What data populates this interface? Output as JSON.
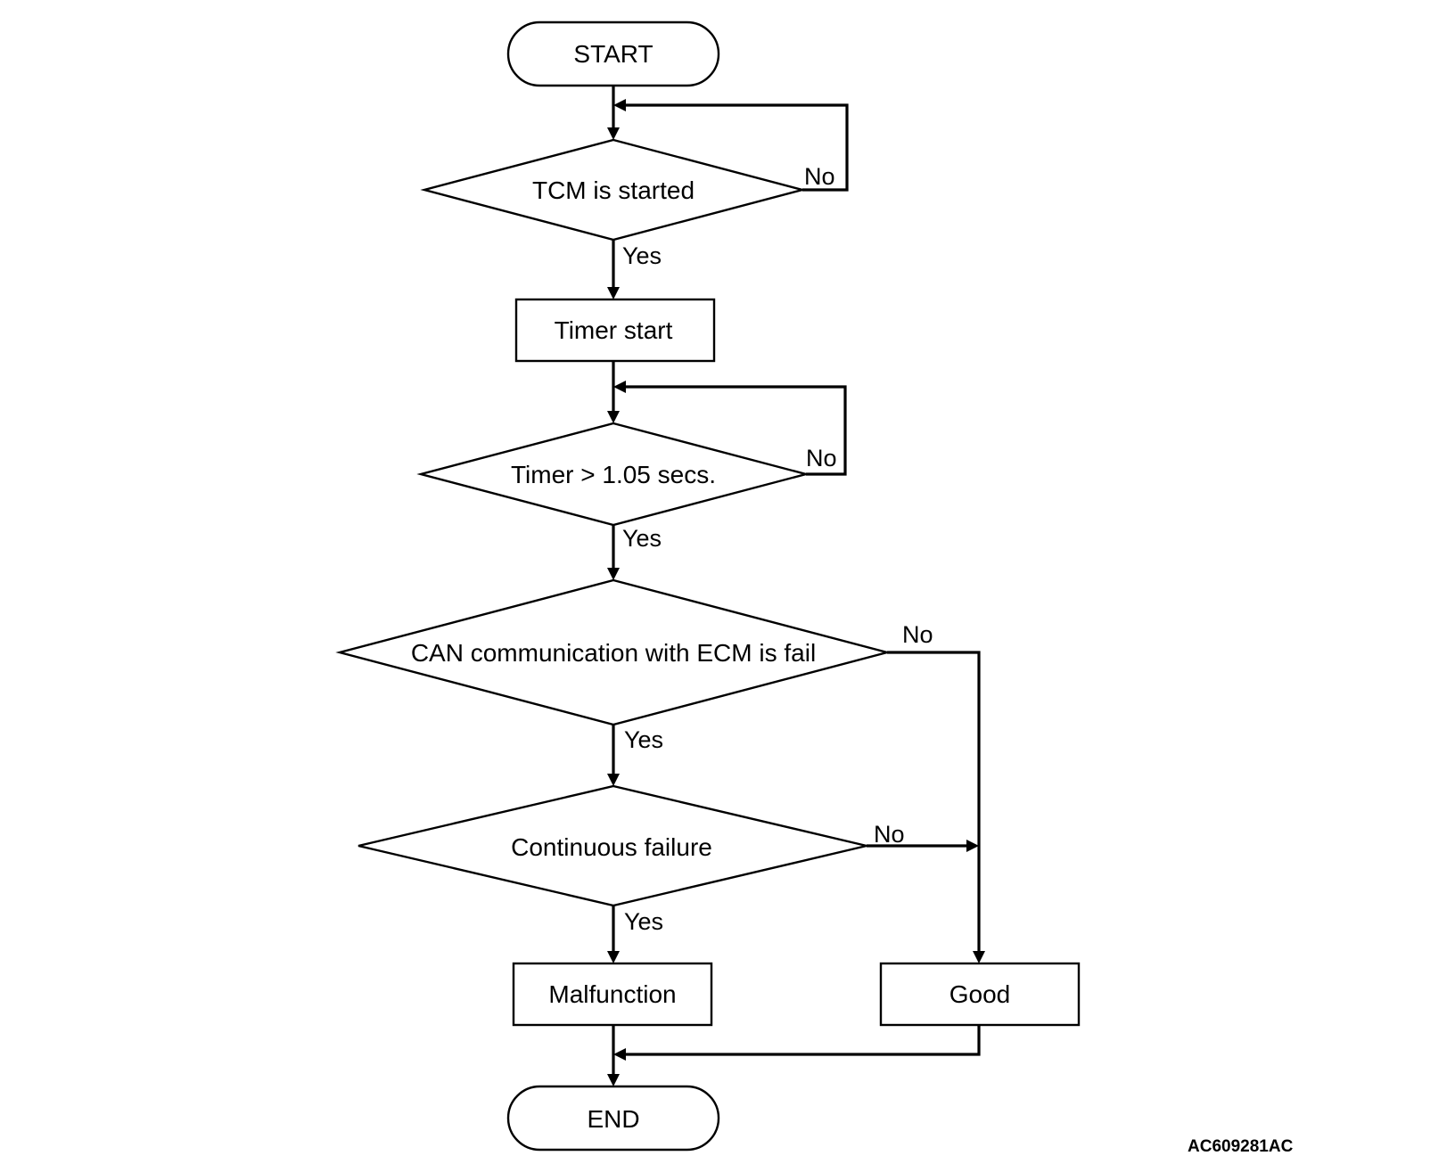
{
  "nodes": {
    "start": "START",
    "tcm_started": "TCM is started",
    "timer_start": "Timer start",
    "timer_check": "Timer > 1.05 secs.",
    "can_fail": "CAN communication with ECM is fail",
    "continuous_failure": "Continuous failure",
    "malfunction": "Malfunction",
    "good": "Good",
    "end": "END"
  },
  "branch_labels": {
    "yes": "Yes",
    "no": "No"
  },
  "figure_code": "AC609281AC"
}
